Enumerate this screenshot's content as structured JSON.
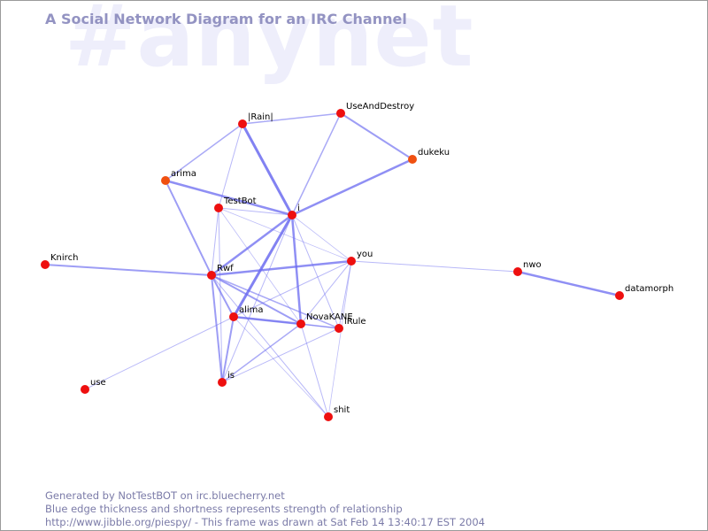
{
  "watermark": "#anynet",
  "title": "A Social Network Diagram for an IRC Channel",
  "colors": {
    "edge": "#6a6af0",
    "node_red": "#ee0f0f",
    "node_orange": "#f05010",
    "title": "#9393c2",
    "footer": "#7b7ba8",
    "watermark": "#eeeefb"
  },
  "nodes": [
    {
      "id": "Rain",
      "label": "|Rain|",
      "color": "node_red"
    },
    {
      "id": "UseAndDestroy",
      "label": "UseAndDestroy",
      "color": "node_red"
    },
    {
      "id": "dukeku",
      "label": "dukeku",
      "color": "node_orange"
    },
    {
      "id": "arima",
      "label": "arima",
      "color": "node_orange"
    },
    {
      "id": "TestBot",
      "label": "TestBot",
      "color": "node_red"
    },
    {
      "id": "i",
      "label": "i",
      "color": "node_red"
    },
    {
      "id": "Knirch",
      "label": "Knirch",
      "color": "node_red"
    },
    {
      "id": "Rwf",
      "label": "Rwf",
      "color": "node_red"
    },
    {
      "id": "you",
      "label": "you",
      "color": "node_red"
    },
    {
      "id": "nwo",
      "label": "nwo",
      "color": "node_red"
    },
    {
      "id": "datamorph",
      "label": "datamorph",
      "color": "node_red"
    },
    {
      "id": "alima",
      "label": "alima",
      "color": "node_red"
    },
    {
      "id": "NovaKANE",
      "label": "NovaKANE",
      "color": "node_red"
    },
    {
      "id": "iRule",
      "label": "iRule",
      "color": "node_red"
    },
    {
      "id": "use",
      "label": "use",
      "color": "node_red"
    },
    {
      "id": "is",
      "label": "is",
      "color": "node_red"
    },
    {
      "id": "shit",
      "label": "shit",
      "color": "node_red"
    }
  ],
  "edges": [
    {
      "from": "Rain",
      "to": "UseAndDestroy",
      "weight": 1.5
    },
    {
      "from": "Rain",
      "to": "i",
      "weight": 3
    },
    {
      "from": "Rain",
      "to": "arima",
      "weight": 1.5
    },
    {
      "from": "Rain",
      "to": "TestBot",
      "weight": 1
    },
    {
      "from": "UseAndDestroy",
      "to": "dukeku",
      "weight": 2
    },
    {
      "from": "UseAndDestroy",
      "to": "i",
      "weight": 1.5
    },
    {
      "from": "dukeku",
      "to": "i",
      "weight": 2.5
    },
    {
      "from": "arima",
      "to": "i",
      "weight": 2.5
    },
    {
      "from": "arima",
      "to": "Rwf",
      "weight": 2
    },
    {
      "from": "TestBot",
      "to": "i",
      "weight": 1
    },
    {
      "from": "TestBot",
      "to": "Rwf",
      "weight": 1
    },
    {
      "from": "TestBot",
      "to": "is",
      "weight": 1
    },
    {
      "from": "TestBot",
      "to": "you",
      "weight": 0.8
    },
    {
      "from": "TestBot",
      "to": "NovaKANE",
      "weight": 0.8
    },
    {
      "from": "i",
      "to": "Rwf",
      "weight": 2.5
    },
    {
      "from": "i",
      "to": "alima",
      "weight": 3
    },
    {
      "from": "i",
      "to": "NovaKANE",
      "weight": 2.5
    },
    {
      "from": "i",
      "to": "iRule",
      "weight": 1
    },
    {
      "from": "i",
      "to": "is",
      "weight": 1
    },
    {
      "from": "i",
      "to": "you",
      "weight": 0.8
    },
    {
      "from": "Knirch",
      "to": "Rwf",
      "weight": 2
    },
    {
      "from": "Rwf",
      "to": "you",
      "weight": 2.5
    },
    {
      "from": "Rwf",
      "to": "alima",
      "weight": 2
    },
    {
      "from": "Rwf",
      "to": "is",
      "weight": 2
    },
    {
      "from": "Rwf",
      "to": "NovaKANE",
      "weight": 2
    },
    {
      "from": "Rwf",
      "to": "iRule",
      "weight": 1.5
    },
    {
      "from": "Rwf",
      "to": "shit",
      "weight": 1
    },
    {
      "from": "you",
      "to": "nwo",
      "weight": 1
    },
    {
      "from": "you",
      "to": "alima",
      "weight": 1
    },
    {
      "from": "you",
      "to": "NovaKANE",
      "weight": 1
    },
    {
      "from": "you",
      "to": "iRule",
      "weight": 1
    },
    {
      "from": "you",
      "to": "shit",
      "weight": 0.8
    },
    {
      "from": "nwo",
      "to": "datamorph",
      "weight": 2.5
    },
    {
      "from": "alima",
      "to": "NovaKANE",
      "weight": 2.5
    },
    {
      "from": "alima",
      "to": "is",
      "weight": 2
    },
    {
      "from": "alima",
      "to": "use",
      "weight": 1
    },
    {
      "from": "alima",
      "to": "iRule",
      "weight": 1
    },
    {
      "from": "NovaKANE",
      "to": "iRule",
      "weight": 1.5
    },
    {
      "from": "NovaKANE",
      "to": "is",
      "weight": 1.5
    },
    {
      "from": "NovaKANE",
      "to": "shit",
      "weight": 1
    },
    {
      "from": "iRule",
      "to": "is",
      "weight": 1
    },
    {
      "from": "alima",
      "to": "shit",
      "weight": 0.8
    }
  ],
  "footer": {
    "line1": "Generated by NotTestBOT on irc.bluecherry.net",
    "line2": "Blue edge thickness and shortness represents strength of relationship",
    "line3": "http://www.jibble.org/piespy/ - This frame was drawn at Sat Feb 14 13:40:17 EST 2004"
  }
}
